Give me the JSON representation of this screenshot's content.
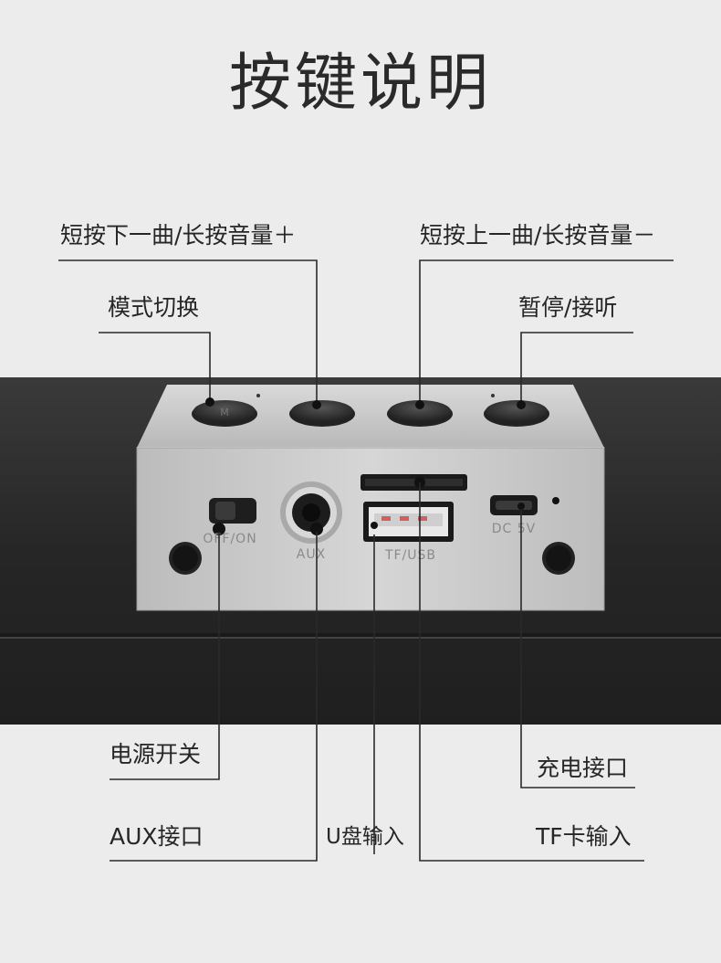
{
  "title": "按键说明",
  "callouts": {
    "next_track_vol_up": "短按下一曲/长按音量＋",
    "prev_track_vol_down": "短按上一曲/长按音量－",
    "mode_switch": "模式切换",
    "pause_answer": "暂停/接听",
    "power_switch": "电源开关",
    "charging_port": "充电接口",
    "aux_port": "AUX接口",
    "usb_input": "U盘输入",
    "tf_input": "TF卡输入"
  },
  "panel_markings": {
    "off_on": "OFF/ON",
    "aux": "AUX",
    "tf_usb": "TF/USB",
    "dc_5v": "DC 5V"
  },
  "colors": {
    "background": "#ececec",
    "device_body": "#2b2b2b",
    "panel": "#c9c9c9",
    "leader_line": "#2a2a2a"
  }
}
